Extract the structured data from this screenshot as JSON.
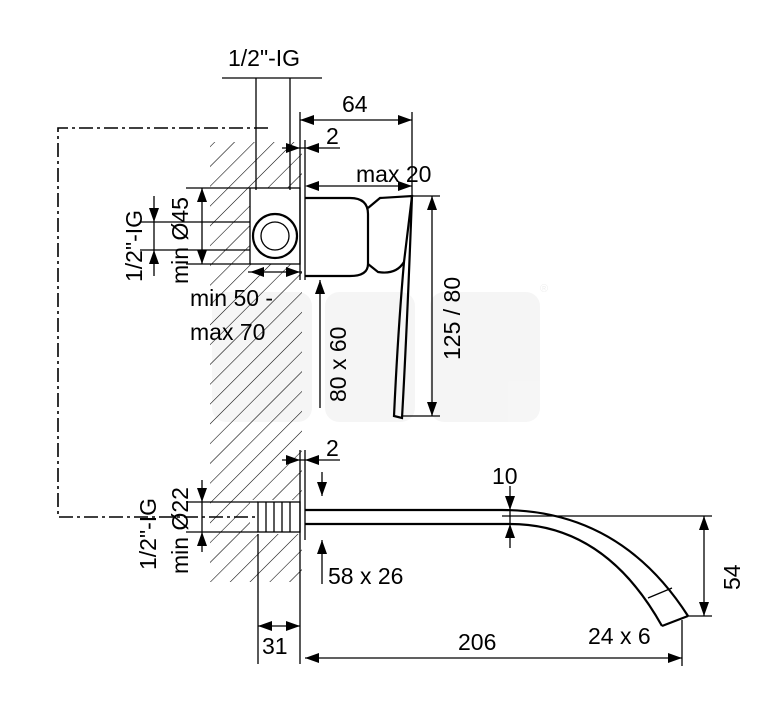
{
  "labels": {
    "thread_top": "1/2\"-IG",
    "depth_64": "64",
    "gap_2_top": "2",
    "max_20": "max 20",
    "thread_left_top": "1/2\"-IG",
    "min_45": "min Ø45",
    "install_depth_line1": "min 50 -",
    "install_depth_line2": "max 70",
    "plate_80x60": "80 x 60",
    "height_125_80": "125 / 80",
    "gap_2_bottom": "2",
    "spout_10": "10",
    "thread_left_bottom": "1/2\"-IG",
    "min_22": "min Ø22",
    "rosette_58x26": "58 x 26",
    "height_54": "54",
    "dim_31": "31",
    "dim_206": "206",
    "outlet_24x6": "24 x 6"
  },
  "watermark": {
    "registered": "®"
  }
}
